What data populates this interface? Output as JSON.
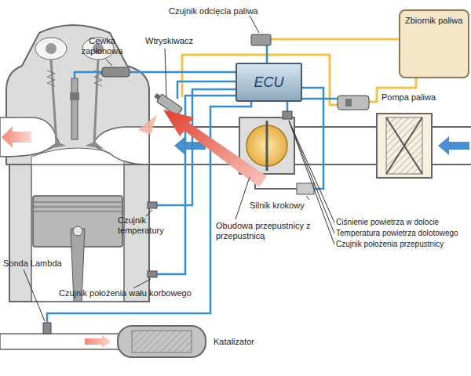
{
  "diagram": {
    "nodes": [
      {
        "text": [
          "ECU"
        ]
      },
      {
        "text": [
          "Zbiornik paliwa"
        ]
      }
    ],
    "labels": [
      "Czujnik odcięcia paliwa",
      "Cewka zapłonowa",
      "Wtryskiwacz",
      "Pompa paliwa",
      "Silnik krokowy",
      "Ciśnienie powietrza w dolocie",
      "Temperatura powietrza dolotowego",
      "Czujnik położenia przepustnicy",
      "Czujnik temperatury",
      "Obudowa przepustnicy z przepustnicą",
      "Sonda Lambda",
      "Czujnik położenia wału korbowego",
      "Katalizator"
    ]
  }
}
